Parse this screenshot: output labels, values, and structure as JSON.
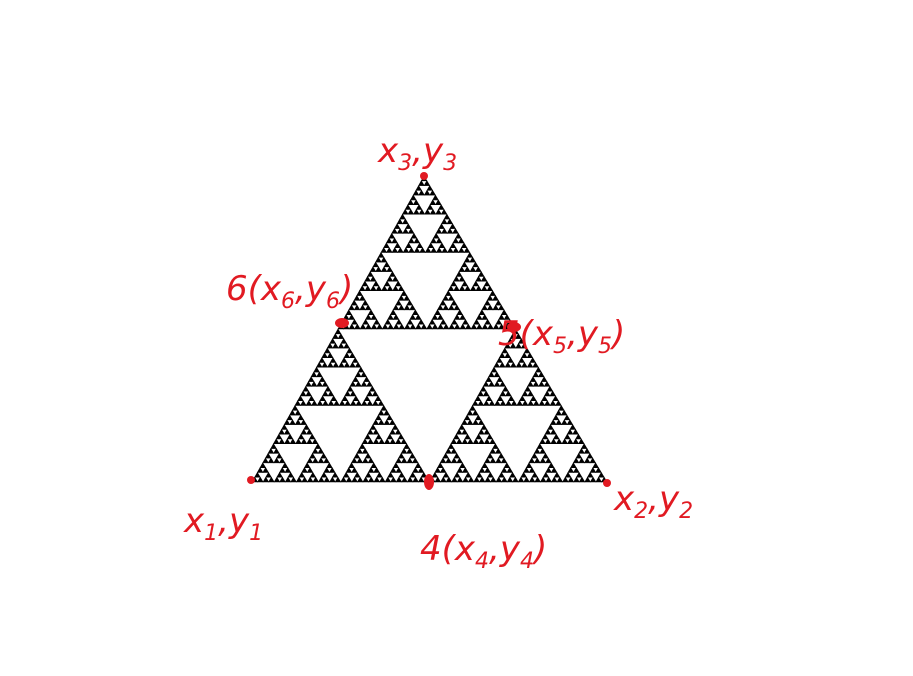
{
  "diagram": {
    "fractal_color": "#000000",
    "background_color": "#ffffff",
    "annotation_color": "#e11a22",
    "depth": 6
  },
  "points": [
    {
      "id": "p1",
      "label": "x1,y1",
      "parts": [
        [
          "x",
          ""
        ],
        [
          "1",
          "sub"
        ],
        [
          ",",
          ""
        ],
        [
          "y",
          ""
        ],
        [
          "1",
          "sub"
        ]
      ]
    },
    {
      "id": "p2",
      "label": "x2,y2",
      "parts": [
        [
          "x",
          ""
        ],
        [
          "2",
          "sub"
        ],
        [
          ",",
          ""
        ],
        [
          "y",
          ""
        ],
        [
          "2",
          "sub"
        ]
      ]
    },
    {
      "id": "p3",
      "label": "x3,y3",
      "parts": [
        [
          "x",
          ""
        ],
        [
          "3",
          "sub"
        ],
        [
          ",",
          ""
        ],
        [
          "y",
          ""
        ],
        [
          "3",
          "sub"
        ]
      ]
    },
    {
      "id": "p4",
      "label": "4(x4,y4)",
      "parts": [
        [
          "4(x",
          ""
        ],
        [
          "4",
          "sub"
        ],
        [
          ",",
          ""
        ],
        [
          "y",
          ""
        ],
        [
          "4",
          "sub"
        ],
        [
          ")",
          ""
        ]
      ]
    },
    {
      "id": "p5",
      "label": "5(x5,y5)",
      "parts": [
        [
          "5(x",
          ""
        ],
        [
          "5",
          "sub"
        ],
        [
          ",",
          ""
        ],
        [
          "y",
          ""
        ],
        [
          "5",
          "sub"
        ],
        [
          ")",
          ""
        ]
      ]
    },
    {
      "id": "p6",
      "label": "6(x6,y6)",
      "parts": [
        [
          "6(x",
          ""
        ],
        [
          "6",
          "sub"
        ],
        [
          ",",
          ""
        ],
        [
          "y",
          ""
        ],
        [
          "6",
          "sub"
        ],
        [
          ")",
          ""
        ]
      ]
    }
  ]
}
